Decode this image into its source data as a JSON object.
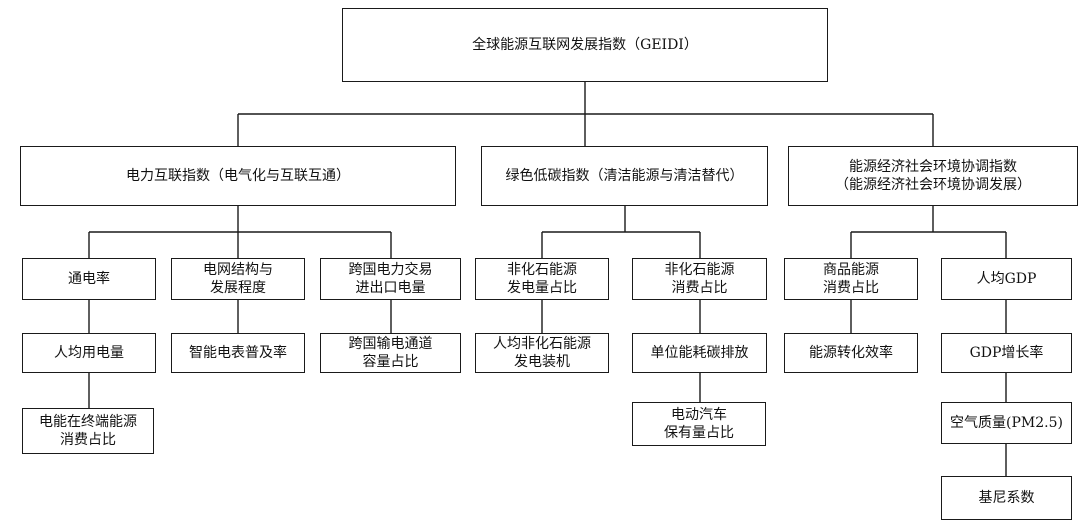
{
  "root": {
    "label": "全球能源互联网发展指数（GEIDI）"
  },
  "level1": [
    {
      "lines": [
        "电力互联指数（电气化与互联互通）"
      ]
    },
    {
      "lines": [
        "绿色低碳指数（清洁能源与清洁替代）"
      ]
    },
    {
      "lines": [
        "能源经济社会环境协调指数",
        "（能源经济社会环境协调发展）"
      ]
    }
  ],
  "level2": {
    "power": [
      [
        "通电率"
      ],
      [
        "人均用电量"
      ],
      [
        "电能在终端能源",
        "消费占比"
      ],
      [
        "电网结构与",
        "发展程度"
      ],
      [
        "智能电表普及率"
      ],
      [
        "跨国电力交易",
        "进出口电量"
      ],
      [
        "跨国输电通道",
        "容量占比"
      ]
    ],
    "green": [
      [
        "非化石能源",
        "发电量占比"
      ],
      [
        "人均非化石能源",
        "发电装机"
      ],
      [
        "非化石能源",
        "消费占比"
      ],
      [
        "单位能耗碳排放"
      ],
      [
        "电动汽车",
        "保有量占比"
      ]
    ],
    "econ": [
      [
        "商品能源",
        "消费占比"
      ],
      [
        "能源转化效率"
      ],
      [
        "人均GDP"
      ],
      [
        "GDP增长率"
      ],
      [
        "空气质量(PM2.5)"
      ],
      [
        "基尼系数"
      ]
    ]
  }
}
